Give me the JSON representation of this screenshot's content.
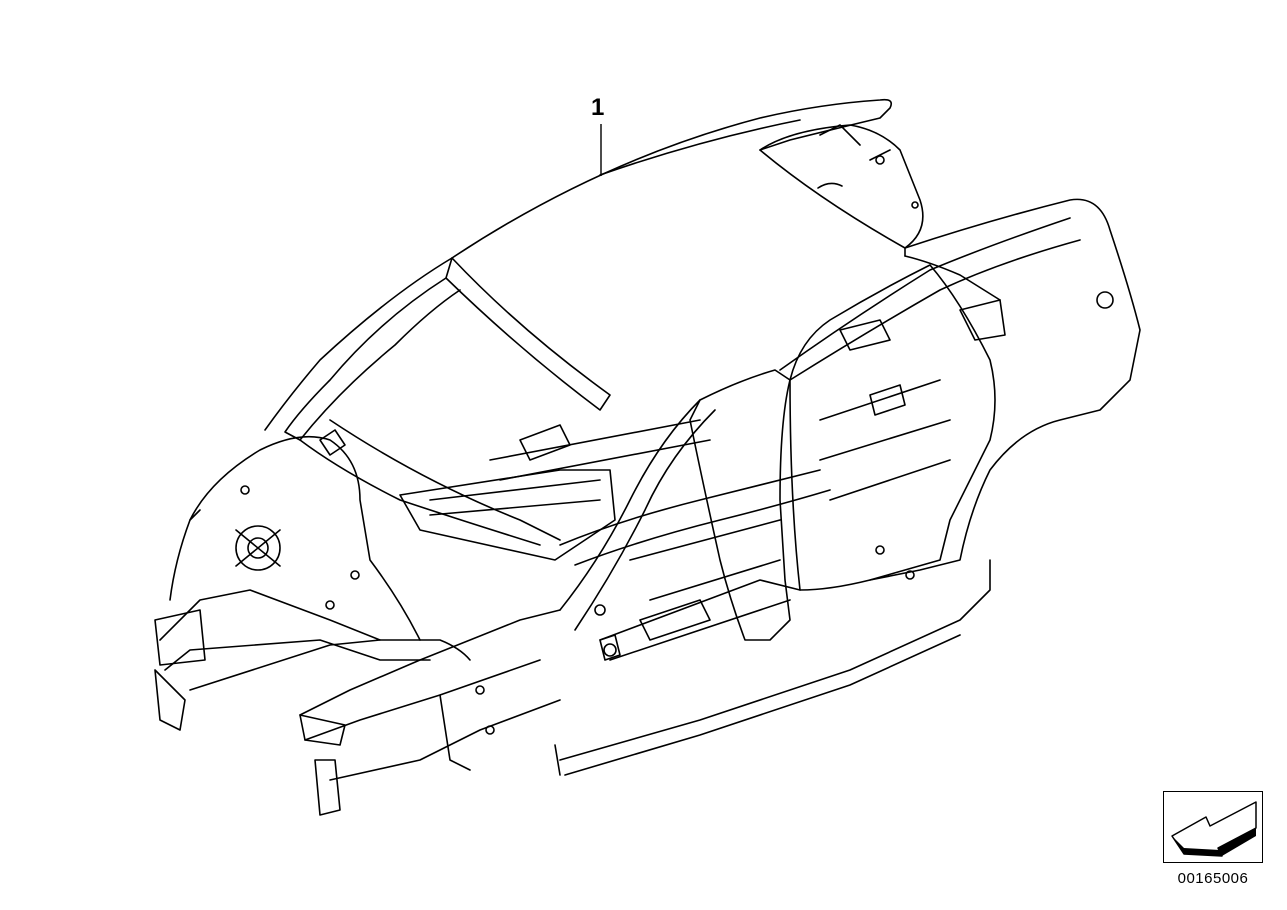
{
  "diagram": {
    "part_labels": [
      "1"
    ],
    "diagram_number": "00165006",
    "icons": [
      "car-body-shell-drawing",
      "leader-line",
      "orientation-arrow-icon"
    ]
  }
}
